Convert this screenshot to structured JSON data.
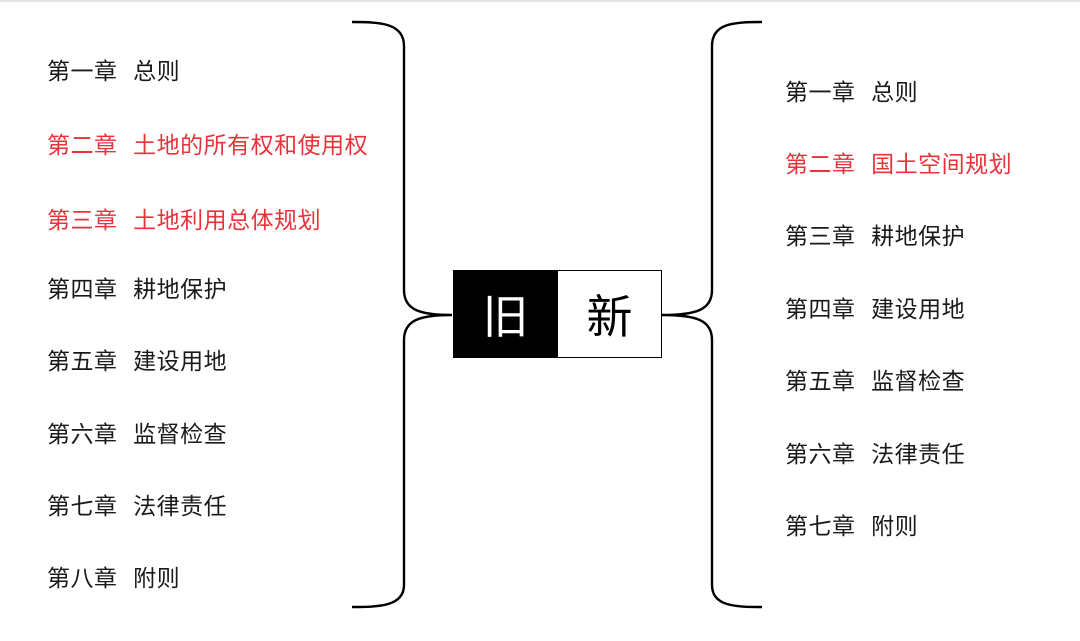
{
  "center": {
    "old_label": "旧",
    "new_label": "新"
  },
  "old_chapters": [
    {
      "text": "第一章  总则",
      "highlight": false
    },
    {
      "text": "第二章  土地的所有权和使用权",
      "highlight": true
    },
    {
      "text": "第三章  土地利用总体规划",
      "highlight": true
    },
    {
      "text": "第四章  耕地保护",
      "highlight": false
    },
    {
      "text": "第五章  建设用地",
      "highlight": false
    },
    {
      "text": "第六章  监督检查",
      "highlight": false
    },
    {
      "text": "第七章  法律责任",
      "highlight": false
    },
    {
      "text": "第八章  附则",
      "highlight": false
    }
  ],
  "new_chapters": [
    {
      "text": "第一章  总则",
      "highlight": false
    },
    {
      "text": "第二章  国土空间规划",
      "highlight": true
    },
    {
      "text": "第三章  耕地保护",
      "highlight": false
    },
    {
      "text": "第四章  建设用地",
      "highlight": false
    },
    {
      "text": "第五章  监督检查",
      "highlight": false
    },
    {
      "text": "第六章  法律责任",
      "highlight": false
    },
    {
      "text": "第七章  附则",
      "highlight": false
    }
  ],
  "colors": {
    "highlight": "#e8333a",
    "text": "#1a1a1a",
    "line": "#000000"
  }
}
